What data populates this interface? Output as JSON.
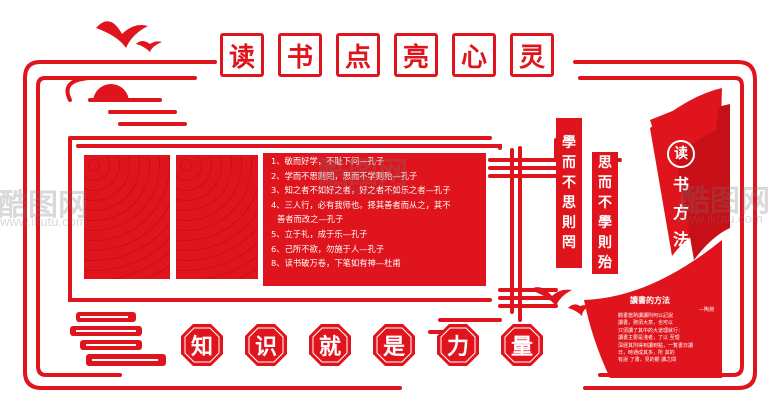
{
  "title": {
    "chars": [
      "读",
      "书",
      "点",
      "亮",
      "心",
      "灵"
    ]
  },
  "quotes": [
    "1、敏而好学，不耻下问—孔子",
    "2、学而不思则罔，思而不学则殆—孔子",
    "3、知之者不如好之者，好之者不如乐之者—孔子",
    "4、三人行，必有我师也。择其善者而从之，其不",
    "善者而改之—孔子",
    "5、立于礼，成于乐—孔子",
    "6、己所不欲，勿施于人—孔子",
    "8、读书破万卷，下笔如有神—杜甫"
  ],
  "vertical_left": [
    "學",
    "而",
    "不",
    "思",
    "則",
    "罔"
  ],
  "vertical_right": [
    "思",
    "而",
    "不",
    "學",
    "則",
    "殆"
  ],
  "boat_text": [
    "读",
    "书",
    "方",
    "法"
  ],
  "boat_card": {
    "title": "讀書的方法",
    "author": "—陶淵",
    "lines": [
      "觀書當熟讀讀則何以記說",
      "讀書，務須大意，也可以",
      "只須讀了其中的大道理就行：",
      "讀書主要是淺者，了以 至理",
      "深經其則得到讀到點，一覧書日讀",
      "日，時通成其多，所 其的",
      "有說 了書，見的觀 讀之間"
    ]
  },
  "badges": [
    "知",
    "识",
    "就",
    "是",
    "力",
    "量"
  ],
  "watermarks": [
    "酷图网",
    "www.ikutu.com"
  ],
  "colors": {
    "accent": "#e0141c",
    "dark": "#c70f17",
    "background": "#ffffff"
  }
}
